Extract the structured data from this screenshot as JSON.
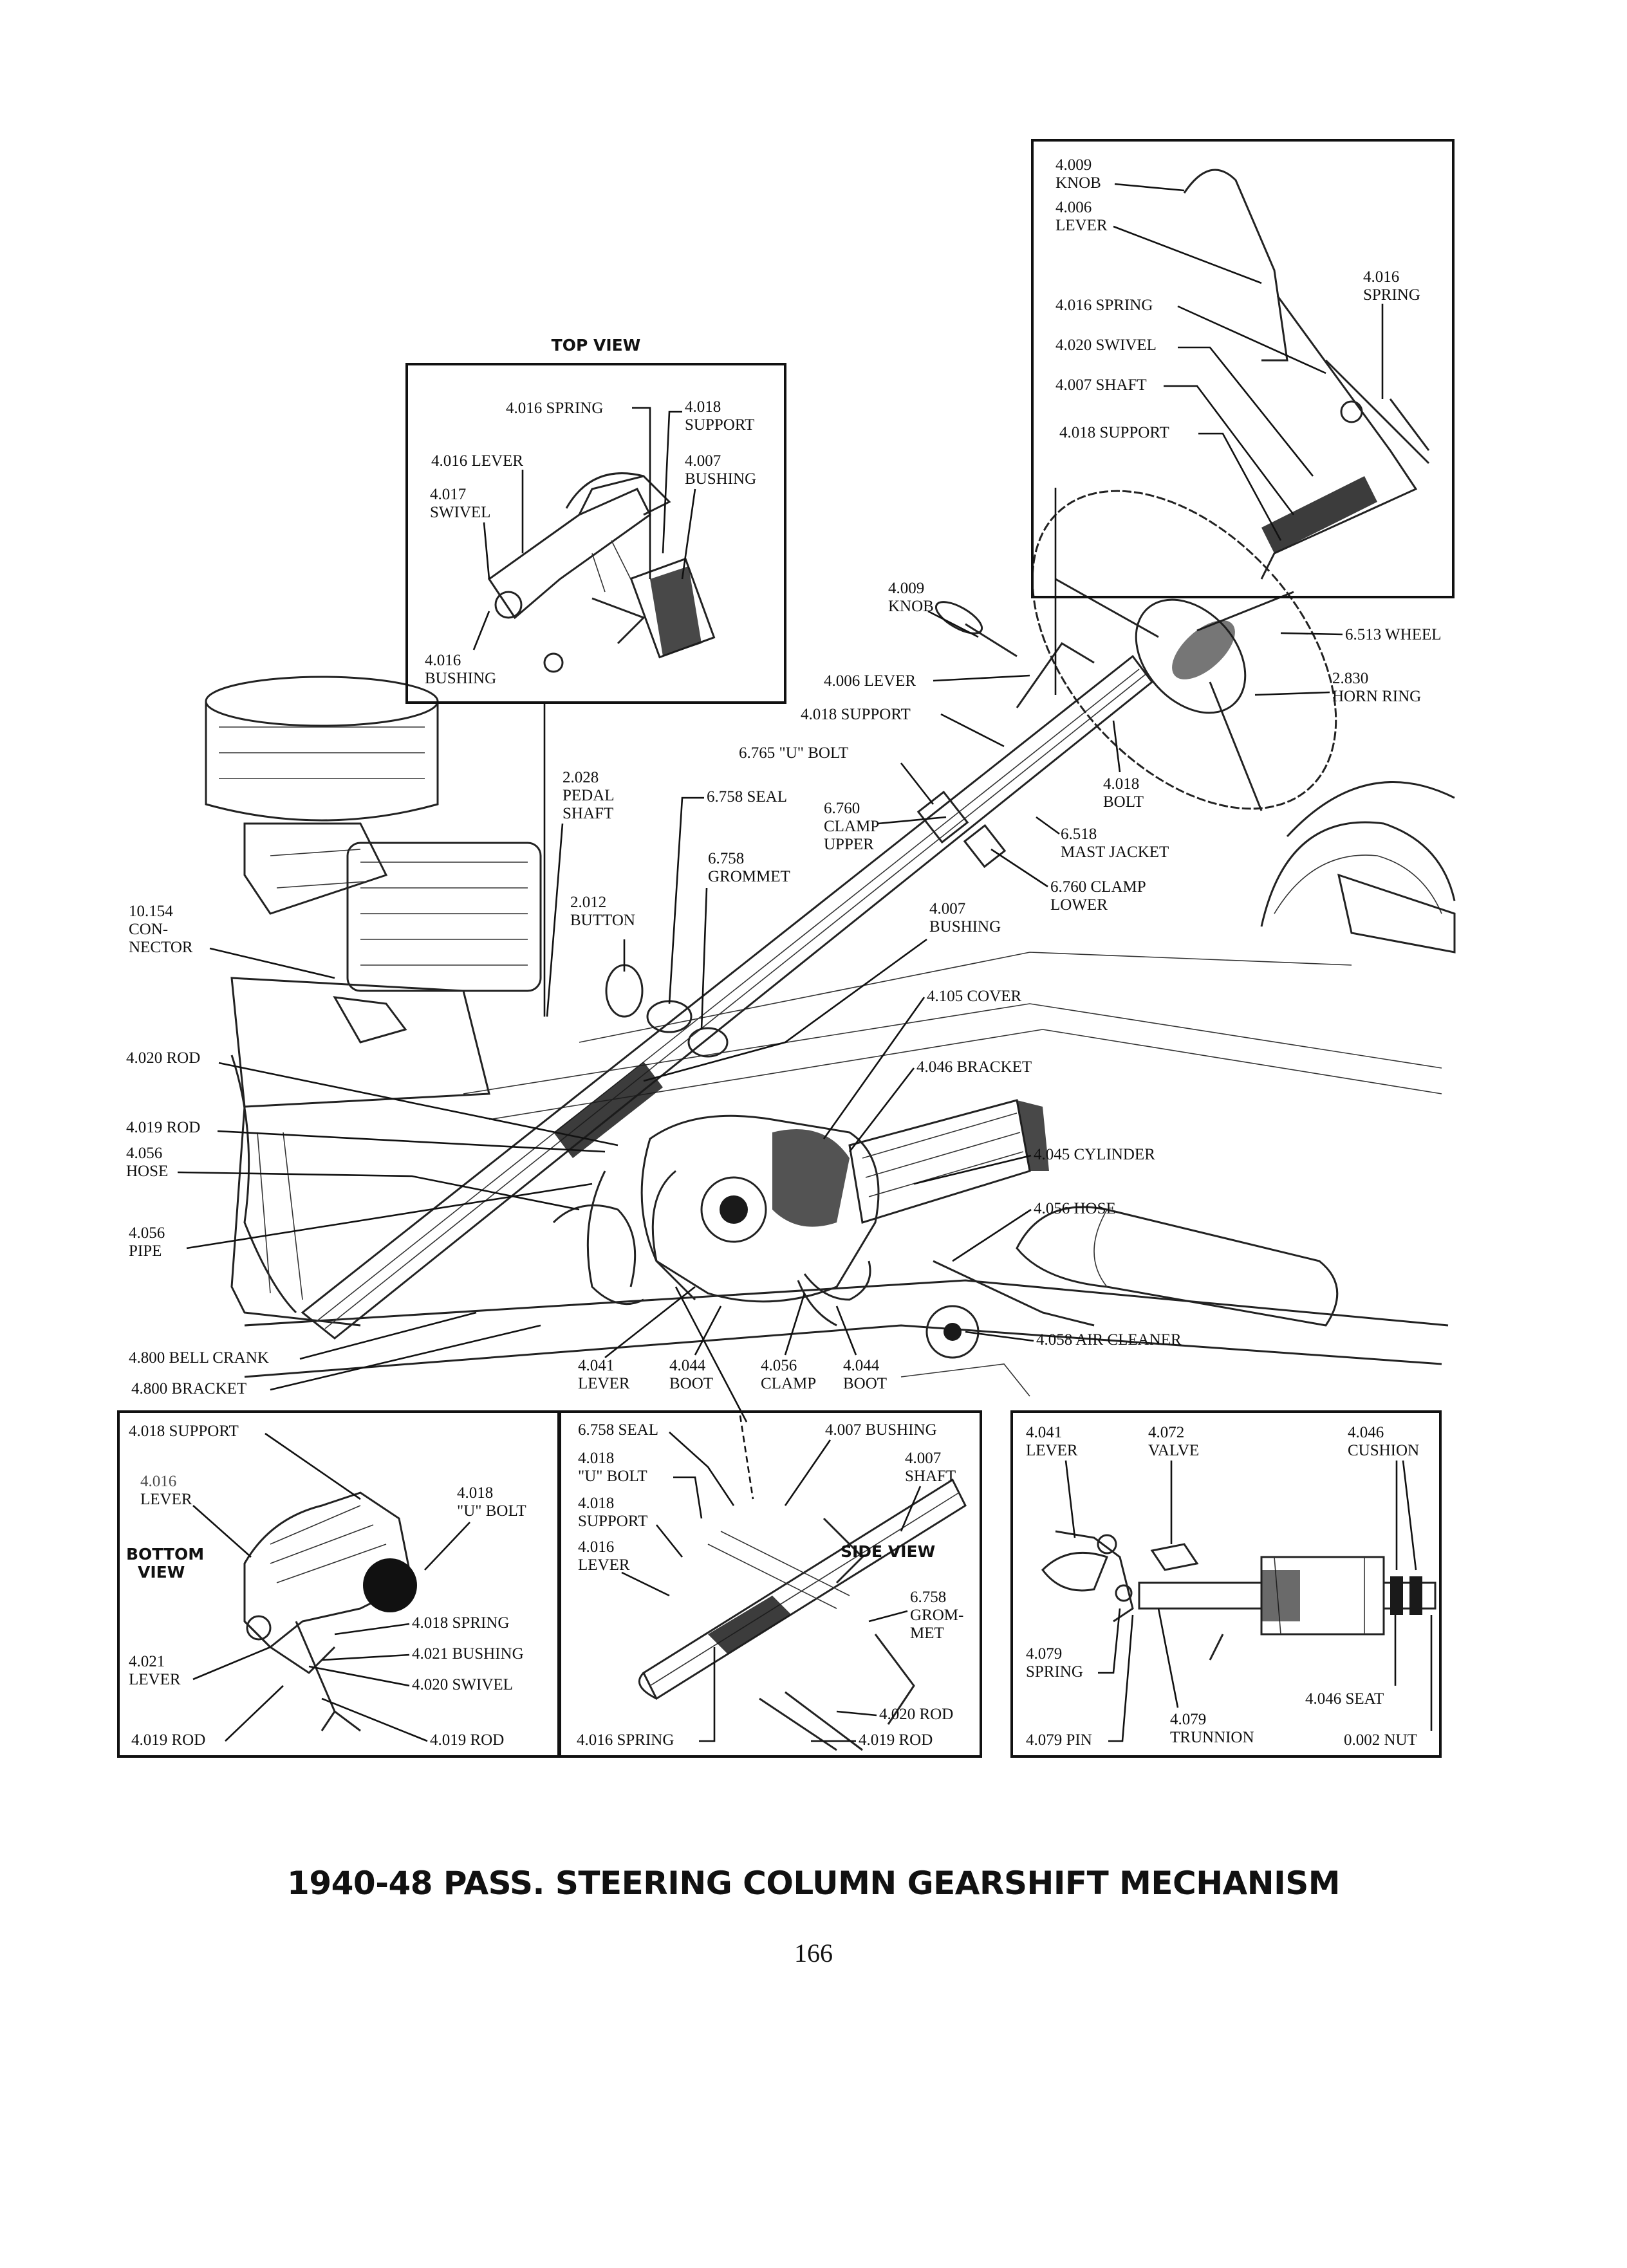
{
  "caption": "1940-48 PASS. STEERING COLUMN GEARSHIFT MECHANISM",
  "page_number": "166",
  "top_view": {
    "title": "TOP VIEW",
    "labels": {
      "spring": "4.016 SPRING",
      "support_num": "4.018",
      "support_name": "SUPPORT",
      "lever": "4.016 LEVER",
      "bushing_num": "4.007",
      "bushing_name": "BUSHING",
      "swivel_num": "4.017",
      "swivel_name": "SWIVEL",
      "bushing2_num": "4.016",
      "bushing2_name": "BUSHING"
    }
  },
  "upper_right_inset": {
    "labels": {
      "knob_num": "4.009",
      "knob_name": "KNOB",
      "lever_num": "4.006",
      "lever_name": "LEVER",
      "spring_right_num": "4.016",
      "spring_right_name": "SPRING",
      "spring": "4.016 SPRING",
      "swivel": "4.020 SWIVEL",
      "shaft": "4.007 SHAFT",
      "support": "4.018 SUPPORT"
    }
  },
  "main_view": {
    "labels": {
      "knob_num": "4.009",
      "knob_name": "KNOB",
      "wheel": "6.513 WHEEL",
      "horn_num": "2.830",
      "horn_name": "HORN RING",
      "lever": "4.006 LEVER",
      "support": "4.018 SUPPORT",
      "u_bolt": "6.765 \"U\" BOLT",
      "bolt_num": "4.018",
      "bolt_name": "BOLT",
      "pedal_num": "2.028",
      "pedal_name1": "PEDAL",
      "pedal_name2": "SHAFT",
      "seal": "6.758 SEAL",
      "clamp_upper_num": "6.760",
      "clamp_upper_name1": "CLAMP",
      "clamp_upper_name2": "UPPER",
      "mast_num": "6.518",
      "mast_name": "MAST JACKET",
      "grommet_num": "6.758",
      "grommet_name": "GROMMET",
      "clamp_lower": "6.760 CLAMP",
      "clamp_lower_name": "LOWER",
      "connector_num": "10.154",
      "connector_name1": "CON-",
      "connector_name2": "NECTOR",
      "button_num": "2.012",
      "button_name": "BUTTON",
      "bushing_num": "4.007",
      "bushing_name": "BUSHING",
      "cover": "4.105 COVER",
      "rod_020": "4.020 ROD",
      "bracket": "4.046 BRACKET",
      "rod_019": "4.019 ROD",
      "hose_num": "4.056",
      "hose_name": "HOSE",
      "cylinder": "4.045 CYLINDER",
      "hose_right": "4.056 HOSE",
      "pipe_num": "4.056",
      "pipe_name": "PIPE",
      "air_cleaner": "4.058 AIR CLEANER",
      "bell_crank": "4.800 BELL CRANK",
      "bracket_800": "4.800 BRACKET",
      "lever_041_num": "4.041",
      "lever_041_name": "LEVER",
      "boot_044_num": "4.044",
      "boot_044_name": "BOOT",
      "clamp_056_num": "4.056",
      "clamp_056_name": "CLAMP",
      "boot_044b_num": "4.044",
      "boot_044b_name": "BOOT"
    }
  },
  "bottom_left_inset": {
    "labels": {
      "support": "4.018 SUPPORT",
      "lever_num": "4.016",
      "lever_name": "LEVER",
      "ubolt_num": "4.018",
      "ubolt_name": "\"U\" BOLT",
      "view1": "BOTTOM",
      "view2": "VIEW",
      "spring": "4.018 SPRING",
      "lever021_num": "4.021",
      "lever021_name": "LEVER",
      "bushing": "4.021 BUSHING",
      "swivel": "4.020 SWIVEL",
      "rod_left": "4.019 ROD",
      "rod_right": "4.019 ROD"
    }
  },
  "bottom_middle_inset": {
    "labels": {
      "seal": "6.758 SEAL",
      "bushing": "4.007 BUSHING",
      "ubolt_num": "4.018",
      "ubolt_name": "\"U\" BOLT",
      "shaft_num": "4.007",
      "shaft_name": "SHAFT",
      "support_num": "4.018",
      "support_name": "SUPPORT",
      "side_view": "SIDE VIEW",
      "lever_num": "4.016",
      "lever_name": "LEVER",
      "grommet_num": "6.758",
      "grommet_name1": "GROM-",
      "grommet_name2": "MET",
      "rod_020": "4.020 ROD",
      "spring": "4.016 SPRING",
      "rod_019": "4.019 ROD"
    }
  },
  "bottom_right_inset": {
    "labels": {
      "lever_num": "4.041",
      "lever_name": "LEVER",
      "valve_num": "4.072",
      "valve_name": "VALVE",
      "cushion_num": "4.046",
      "cushion_name": "CUSHION",
      "spring_num": "4.079",
      "spring_name": "SPRING",
      "seat": "4.046 SEAT",
      "trunnion_num": "4.079",
      "trunnion_name": "TRUNNION",
      "pin": "4.079 PIN",
      "nut": "0.002 NUT"
    }
  }
}
